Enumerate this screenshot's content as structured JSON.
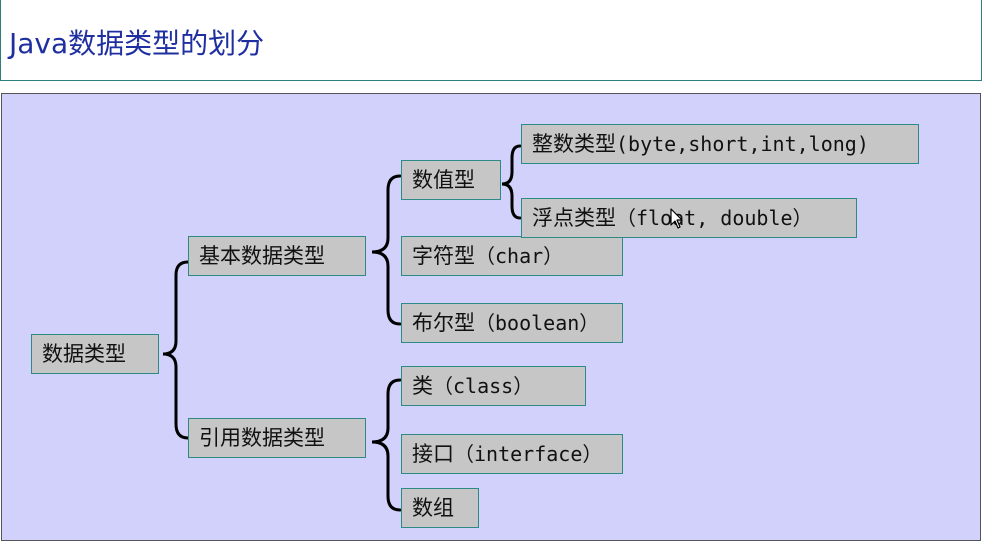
{
  "title": "Java数据类型的划分",
  "tree": {
    "root": "数据类型",
    "basic": {
      "label": "基本数据类型",
      "numeric": {
        "label": "数值型",
        "integer": {
          "cjk": "整数类型",
          "mono": "(byte,short,int,long)"
        },
        "float": {
          "cjk": "浮点类型",
          "mono": "（float, double）"
        }
      },
      "char": {
        "cjk": "字符型",
        "mono": "（char）"
      },
      "boolean": {
        "cjk": "布尔型",
        "mono": "（boolean）"
      }
    },
    "reference": {
      "label": "引用数据类型",
      "class": {
        "cjk": "类",
        "mono": "（class）"
      },
      "interface": {
        "cjk": "接口",
        "mono": "（interface）"
      },
      "array": {
        "cjk": "数组"
      }
    }
  },
  "colors": {
    "title": "#1f2fa0",
    "background": "#d1d1fb",
    "node_fill": "#c6c6c6",
    "node_border": "#2e8a84",
    "connector": "#000000"
  },
  "icons": {
    "cursor": "mouse-pointer-icon"
  }
}
